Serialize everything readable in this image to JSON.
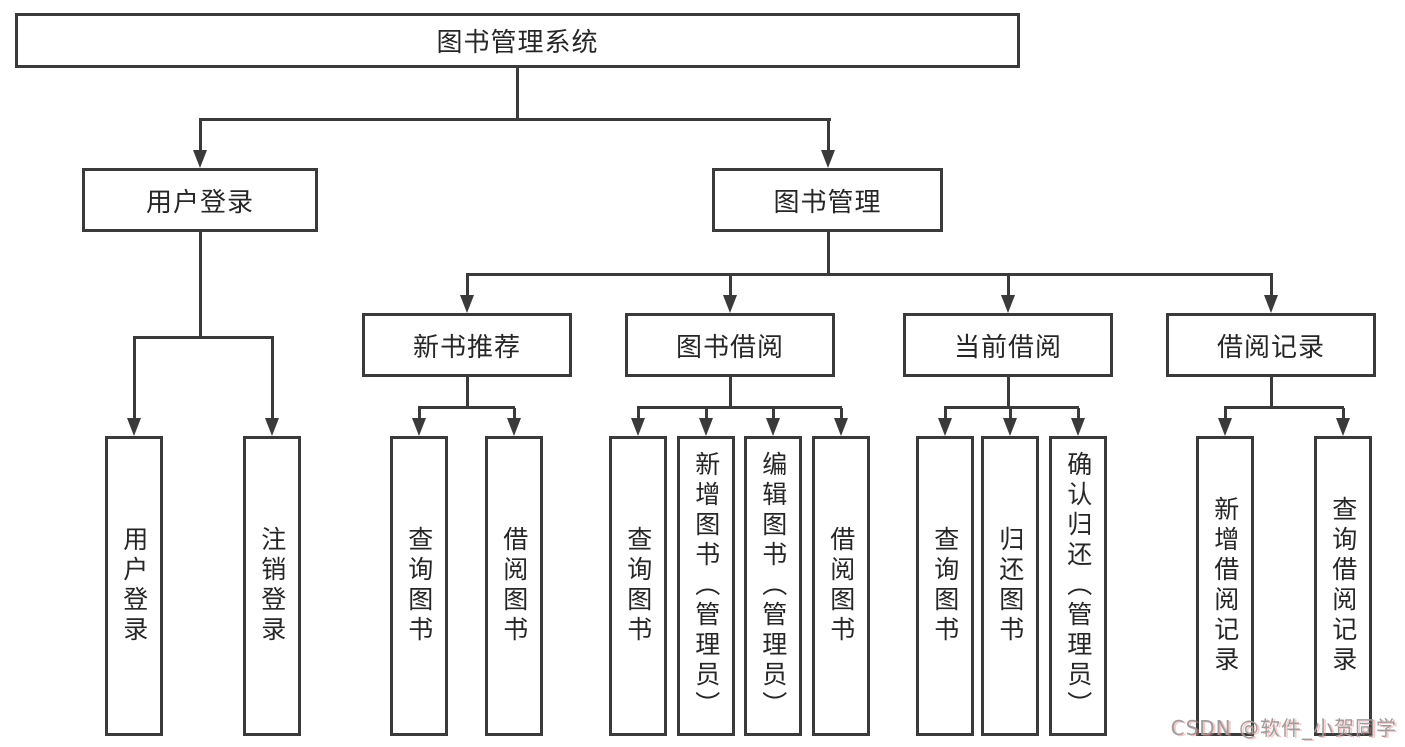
{
  "diagram": {
    "type": "tree",
    "root": {
      "label": "图书管理系统"
    },
    "branches": [
      {
        "label": "用户登录",
        "leaves": [
          "用户登录",
          "注销登录"
        ]
      },
      {
        "label": "图书管理",
        "groups": [
          {
            "label": "新书推荐",
            "leaves": [
              "查询图书",
              "借阅图书"
            ]
          },
          {
            "label": "图书借阅",
            "leaves": [
              "查询图书",
              "新增图书（管理员）",
              "编辑图书（管理员）",
              "借阅图书"
            ]
          },
          {
            "label": "当前借阅",
            "leaves": [
              "查询图书",
              "归还图书",
              "确认归还（管理员）"
            ]
          },
          {
            "label": "借阅记录",
            "leaves": [
              "新增借阅记录",
              "查询借阅记录"
            ]
          }
        ]
      }
    ]
  },
  "watermark": {
    "label": "CSDN @软件_小贺同学"
  },
  "colors": {
    "line": "#3a3a3a",
    "text": "#262626",
    "background": "#ffffff",
    "watermark": "#9d9d9d",
    "watermark_shadow": "#f08282"
  }
}
